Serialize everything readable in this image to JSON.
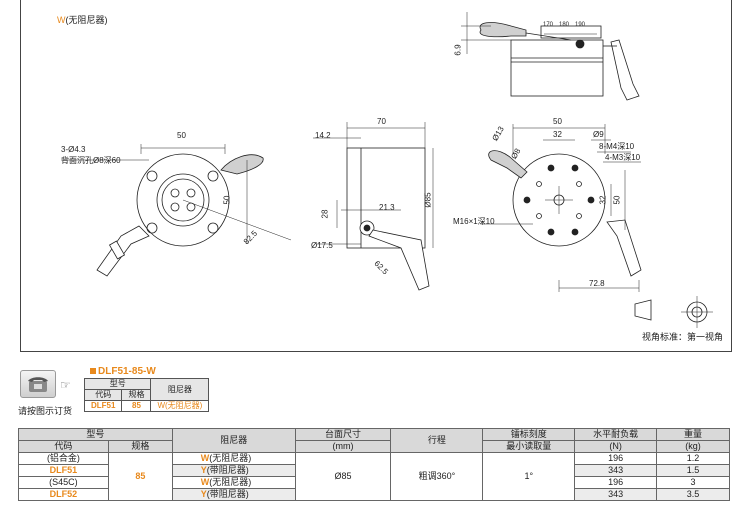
{
  "drawing": {
    "damper_note_code": "W",
    "damper_note_text": "(无阻尼器)",
    "dims": {
      "d_6_9": "6.9",
      "scale_170": "170",
      "scale_180": "180",
      "scale_190": "190",
      "d_50a": "50",
      "hole_note_1": "3-Ø4.3",
      "hole_note_2": "背面沉孔Ø8深60",
      "d_50b": "50",
      "d_82_5": "82.5",
      "d_70": "70",
      "d_14_2": "14.2",
      "d_85": "Ø85",
      "d_21_3": "21.3",
      "d_28": "28",
      "d_17_5": "Ø17.5",
      "d_62_5": "62.5",
      "d_50c": "50",
      "d_32a": "32",
      "d_9": "Ø9",
      "d_13": "Ø13",
      "d_8": "Ø8",
      "m4": "8-M4深10",
      "m3": "4-M3深10",
      "m16": "M16×1深10",
      "d_32b": "32",
      "d_50d": "50",
      "d_72_8": "72.8"
    },
    "view_standard": "视角标准：第一视角"
  },
  "order": {
    "model_code": "DLF51-85-W",
    "caption": "请按图示订货",
    "h_model": "型号",
    "h_code": "代码",
    "h_spec": "规格",
    "h_damper": "阻尼器",
    "v_code": "DLF51",
    "v_spec": "85",
    "v_damper": "W(无阻尼器)"
  },
  "spec_table": {
    "headers": {
      "model": "型号",
      "code": "代码",
      "spec": "规格",
      "damper": "阻尼器",
      "table_size": "台面尺寸",
      "table_size_unit": "(mm)",
      "stroke": "行程",
      "scale": "镭标刻度",
      "min_read": "最小读取量",
      "load": "水平耐负载",
      "load_unit": "(N)",
      "weight": "重量",
      "weight_unit": "(kg)"
    },
    "material_1": "(铝合金)",
    "code_1": "DLF51",
    "material_2": "(S45C)",
    "code_2": "DLF52",
    "spec_value": "85",
    "table_size_value": "Ø85",
    "stroke_value": "粗调360°",
    "min_read_value": "1°",
    "rows": [
      {
        "damper_code": "W",
        "damper_text": "(无阻尼器)",
        "load": "196",
        "weight": "1.2"
      },
      {
        "damper_code": "Y",
        "damper_text": "(带阻尼器)",
        "load": "343",
        "weight": "1.5"
      },
      {
        "damper_code": "W",
        "damper_text": "(无阻尼器)",
        "load": "196",
        "weight": "3"
      },
      {
        "damper_code": "Y",
        "damper_text": "(带阻尼器)",
        "load": "343",
        "weight": "3.5"
      }
    ]
  }
}
